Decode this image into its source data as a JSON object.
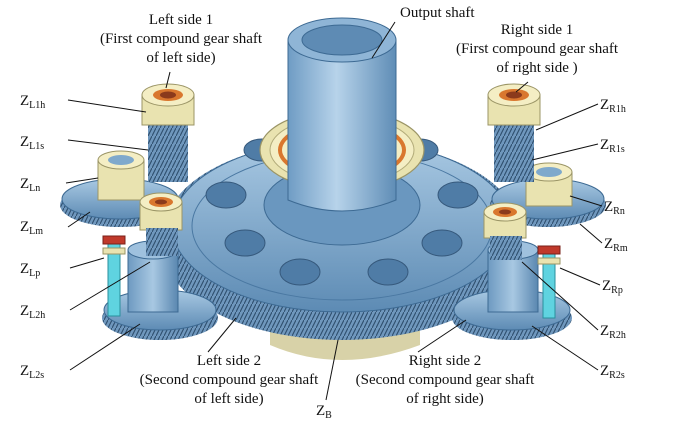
{
  "labels": {
    "output_shaft": "Output shaft",
    "left_side_1": [
      "Left side 1",
      "(First compound gear shaft",
      "of left side)"
    ],
    "right_side_1": [
      "Right side 1",
      "(First compound gear shaft",
      "of right side )"
    ],
    "left_side_2": [
      "Left side 2",
      "(Second compound gear shaft",
      "of left side)"
    ],
    "right_side_2": [
      "Right side 2",
      "(Second compound gear shaft",
      "of right side)"
    ]
  },
  "gear_labels": {
    "L1h": {
      "base": "Z",
      "sub": "L1h"
    },
    "L1s": {
      "base": "Z",
      "sub": "L1s"
    },
    "Ln": {
      "base": "Z",
      "sub": "Ln"
    },
    "Lm": {
      "base": "Z",
      "sub": "Lm"
    },
    "Lp": {
      "base": "Z",
      "sub": "Lp"
    },
    "L2h": {
      "base": "Z",
      "sub": "L2h"
    },
    "L2s": {
      "base": "Z",
      "sub": "L2s"
    },
    "R1h": {
      "base": "Z",
      "sub": "R1h"
    },
    "R1s": {
      "base": "Z",
      "sub": "R1s"
    },
    "Rn": {
      "base": "Z",
      "sub": "Rn"
    },
    "Rm": {
      "base": "Z",
      "sub": "Rm"
    },
    "Rp": {
      "base": "Z",
      "sub": "Rp"
    },
    "R2h": {
      "base": "Z",
      "sub": "R2h"
    },
    "R2s": {
      "base": "Z",
      "sub": "R2s"
    },
    "B": {
      "base": "Z",
      "sub": "B"
    }
  },
  "colors": {
    "gear_blue": "#7fa9cc",
    "gear_blue_dark": "#4f7ea8",
    "hole_blue": "#5a86b0",
    "bearing_cream": "#f2edc0",
    "bearing_orange": "#d9772e",
    "spline_cyan": "#5fd3e0",
    "seal_red": "#c0392b",
    "leader_line": "#111111"
  }
}
